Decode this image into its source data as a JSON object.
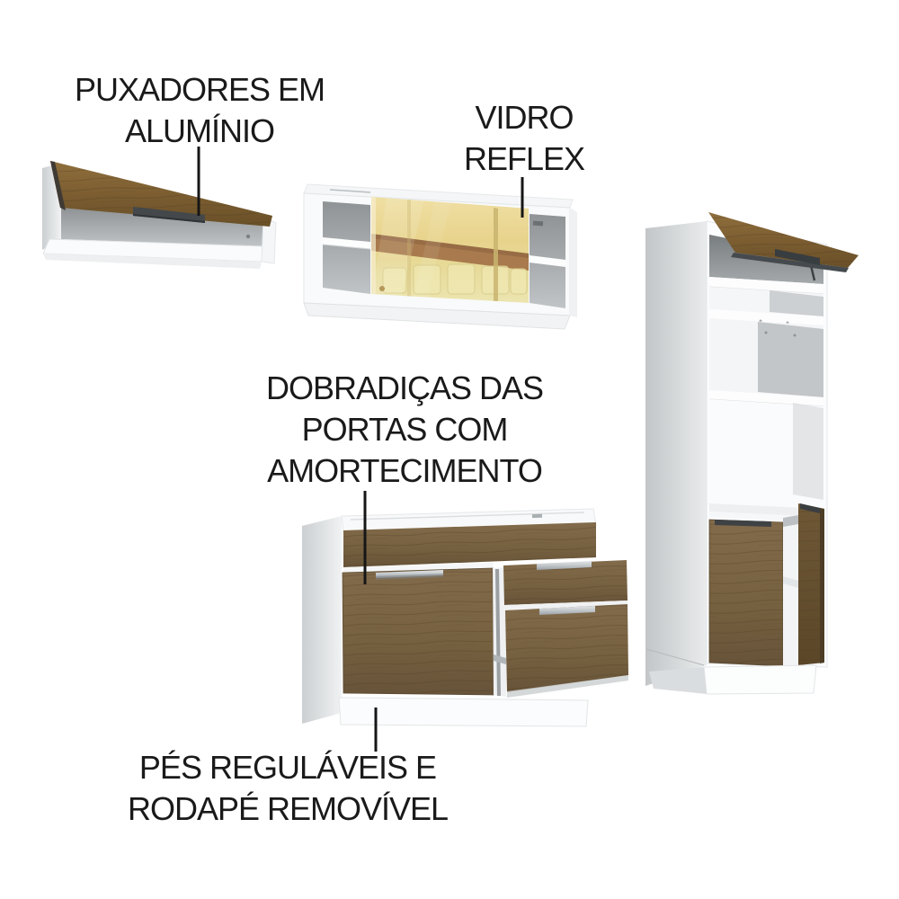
{
  "labels": {
    "handles": {
      "line1": "PUXADORES EM",
      "line2": "ALUMÍNIO"
    },
    "glass": {
      "line1": "VIDRO",
      "line2": "REFLEX"
    },
    "hinges": {
      "line1": "DOBRADIÇAS DAS",
      "line2": "PORTAS COM",
      "line3": "AMORTECIMENTO"
    },
    "feet": {
      "line1": "PÉS REGULÁVEIS E",
      "line2": "RODAPÉ REMOVÍVEL"
    }
  },
  "colors": {
    "background": "#ffffff",
    "text": "#1a1a1a",
    "callout_line": "#161616",
    "wood": "#7c5f35",
    "wood_light": "#8e6d3d",
    "wood_dark": "#5f4a2b",
    "glass_reflex": "#e9d793",
    "glass_band": "#a87a4d",
    "carcass_white": "#fbfcfd",
    "interior_gray": "#9b9fa1",
    "handle_dark": "#3e4245",
    "handle_aluminum": "#b7bcc0"
  }
}
